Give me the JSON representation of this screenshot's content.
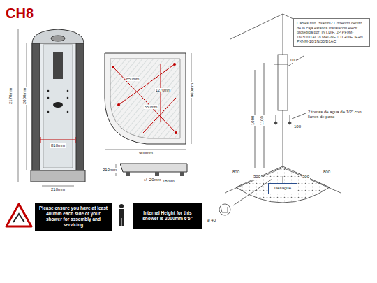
{
  "diagram": {
    "nodes": [
      {
        "text": [
          "Please ensure you have at least 400mm each side of your shower for assembly and servicing"
        ]
      },
      {
        "text": [
          "Internal Height for this shower is 2000mm 6'6\""
        ]
      },
      {
        "text": [
          "Cables min. 3x4mm2 Conexión dentro de la caja estanca Instalación electr. protegida por: INT.DIF. 2P PF9M-16/30/D1AC o MAGNETOT.+DIF. IF+N PXNM-16/1N/30/D1AC"
        ]
      },
      {
        "text": [
          "Desagüe"
        ]
      }
    ],
    "labels": [
      "CH8",
      "2170mm",
      "2000mm",
      "810mm",
      "210mm",
      "900mm",
      "900mm",
      "650mm",
      "550mm",
      "1270mm",
      "210mm",
      "+/- 20mm",
      "18mm",
      "2 tomas de agua de 1/2\" con llaves de paso",
      "100",
      "100",
      "1000",
      "1100",
      "800",
      "800",
      "300",
      "300",
      "ø 40"
    ]
  }
}
